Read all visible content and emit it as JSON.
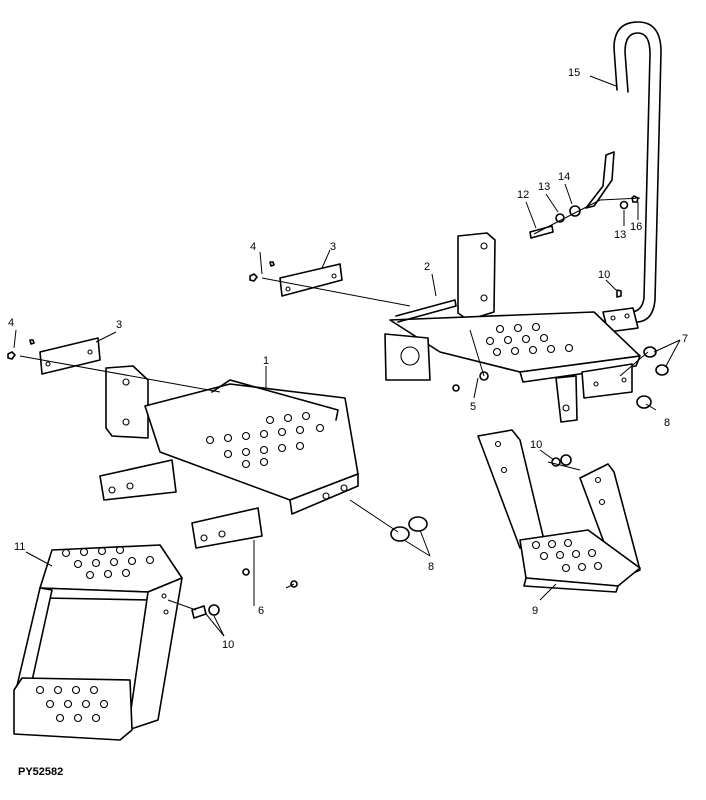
{
  "diagram": {
    "figure_code": "PY52582",
    "callouts": [
      {
        "id": "c15",
        "text": "15"
      },
      {
        "id": "c12",
        "text": "12"
      },
      {
        "id": "c13a",
        "text": "13"
      },
      {
        "id": "c14",
        "text": "14"
      },
      {
        "id": "c13b",
        "text": "13"
      },
      {
        "id": "c16",
        "text": "16"
      },
      {
        "id": "c4a",
        "text": "4"
      },
      {
        "id": "c3a",
        "text": "3"
      },
      {
        "id": "c2",
        "text": "2"
      },
      {
        "id": "c10a",
        "text": "10"
      },
      {
        "id": "c4b",
        "text": "4"
      },
      {
        "id": "c3b",
        "text": "3"
      },
      {
        "id": "c7",
        "text": "7"
      },
      {
        "id": "c1",
        "text": "1"
      },
      {
        "id": "c5",
        "text": "5"
      },
      {
        "id": "c8a",
        "text": "8"
      },
      {
        "id": "c10b",
        "text": "10"
      },
      {
        "id": "c11",
        "text": "11"
      },
      {
        "id": "c8b",
        "text": "8"
      },
      {
        "id": "c6",
        "text": "6"
      },
      {
        "id": "c9",
        "text": "9"
      },
      {
        "id": "c10c",
        "text": "10"
      }
    ]
  }
}
